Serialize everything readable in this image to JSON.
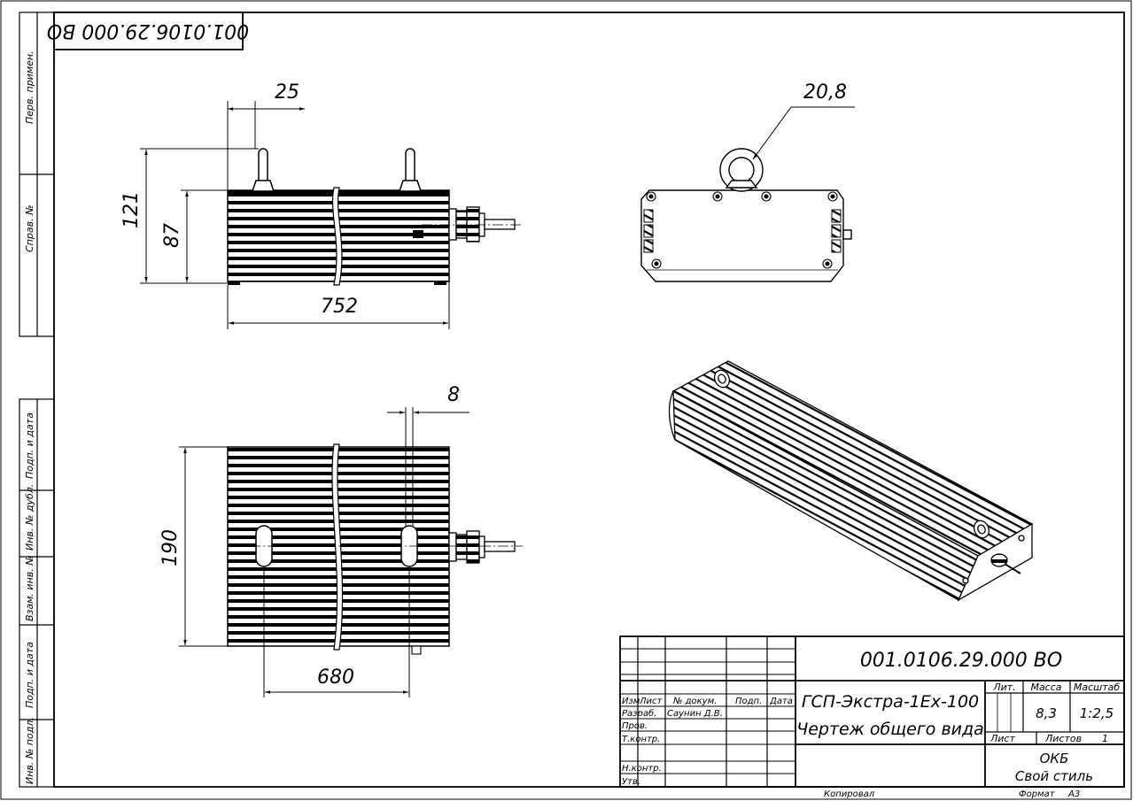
{
  "stamp": {
    "top_code": "001.0106.29.000 ВО",
    "code": "001.0106.29.000 ВО",
    "name_line1": "ГСП-Экстра-1Ex-100",
    "name_line2": "Чертеж общего вида",
    "lit_label": "Лит.",
    "mass_label": "Масса",
    "scale_label": "Масштаб",
    "mass_value": "8,3",
    "scale_value": "1:2,5",
    "sheet_label": "Лист",
    "sheets_label": "Листов",
    "sheets_value": "1",
    "org_line1": "ОКБ",
    "org_line2": "Свой стиль",
    "col_izm": "Изм",
    "col_list": "Лист",
    "col_doc": "№ докум.",
    "col_sign": "Подп.",
    "col_date": "Дата",
    "row_razrab": "Разраб.",
    "razrab_name": "Саунин Д.В.",
    "row_prov": "Пров.",
    "row_tkontr": "Т.контр.",
    "row_nkontr": "Н.контр.",
    "row_utv": "Утв.",
    "copied": "Копировал",
    "format_label": "Формат",
    "format_value": "А3"
  },
  "side_labels": {
    "perv_primen": "Перв. примен.",
    "sprav": "Справ. №",
    "podp_data_1": "Подп. и дата",
    "inv_dubl": "Инв. № дубл.",
    "vzam_inv": "Взам. инв. №",
    "podp_data_2": "Подп. и дата",
    "inv_podl": "Инв. № подл."
  },
  "dimensions": {
    "d25": "25",
    "d121": "121",
    "d87": "87",
    "d752": "752",
    "d20_8": "20,8",
    "d8": "8",
    "d190": "190",
    "d680": "680"
  }
}
